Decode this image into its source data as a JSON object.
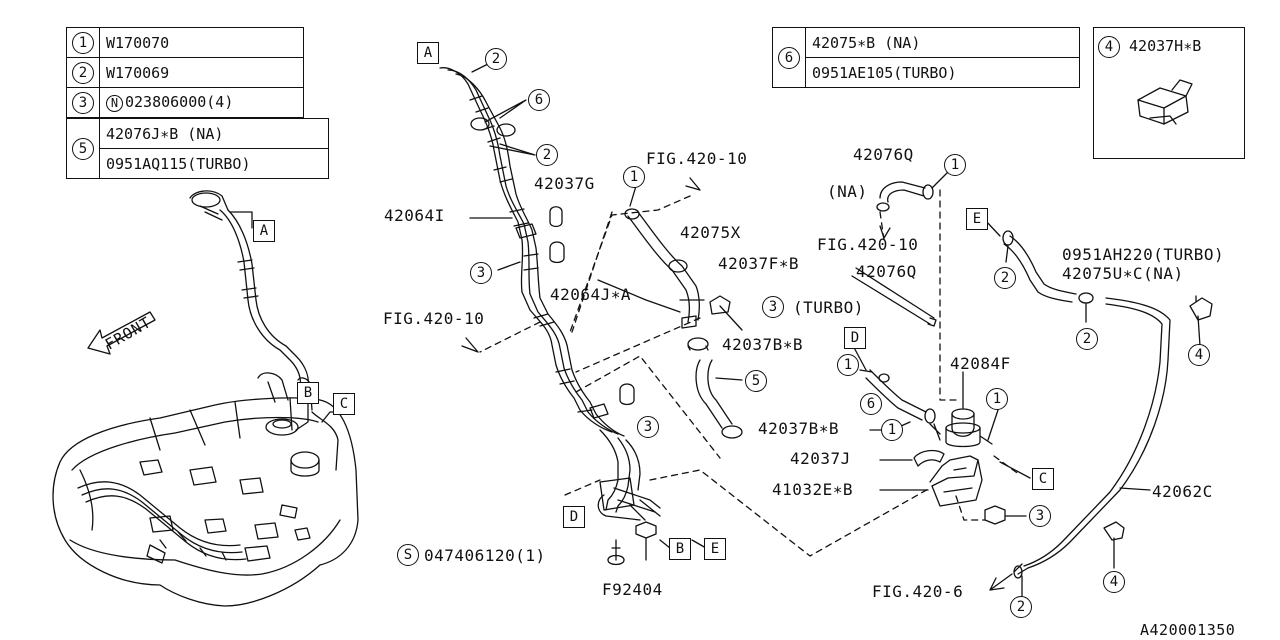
{
  "legend_left": {
    "rows": [
      {
        "num": "1",
        "part": "W170070"
      },
      {
        "num": "2",
        "part": "W170069"
      },
      {
        "num": "3",
        "prefix": "N",
        "part": "023806000(4)"
      }
    ],
    "row5": {
      "num": "5",
      "lines": [
        "42076J∗B (NA)",
        "0951AQ115(TURBO)"
      ]
    }
  },
  "legend_right": {
    "num": "6",
    "lines": [
      "42075∗B  (NA)",
      "0951AE105(TURBO)"
    ]
  },
  "inset": {
    "num": "4",
    "part": "42037H∗B"
  },
  "front_label": "FRONT",
  "callout_letters": {
    "a": "A",
    "b": "B",
    "c": "C",
    "d": "D",
    "e": "E"
  },
  "callout_numbers": {
    "n1": "1",
    "n2": "2",
    "n3": "3",
    "n4": "4",
    "n5": "5",
    "n6": "6"
  },
  "part_labels": {
    "p42064i": "42064I",
    "p42037g": "42037G",
    "fig_a": "FIG.420-10",
    "fig_b": "FIG.420-10",
    "fig_c": "FIG.420-10",
    "fig_d": "FIG.420-6",
    "p42075x": "42075X",
    "p42037f": "42037F∗B",
    "p42064j": "42064J∗A",
    "turbo": "(TURBO)",
    "p42037b1": "42037B∗B",
    "p42037b2": "42037B∗B",
    "p42076q1": "42076Q",
    "p42076q2": "42076Q",
    "na": "(NA)",
    "p0951ah": "0951AH220(TURBO)",
    "p42075u": "42075U∗C(NA)",
    "p42084f": "42084F",
    "p42037j": "42037J",
    "p41032e": "41032E∗B",
    "p42062c": "42062C",
    "s_prefix": "S",
    "p047406": "047406120(1)",
    "pf92404": "F92404",
    "figure_id": "A420001350"
  }
}
